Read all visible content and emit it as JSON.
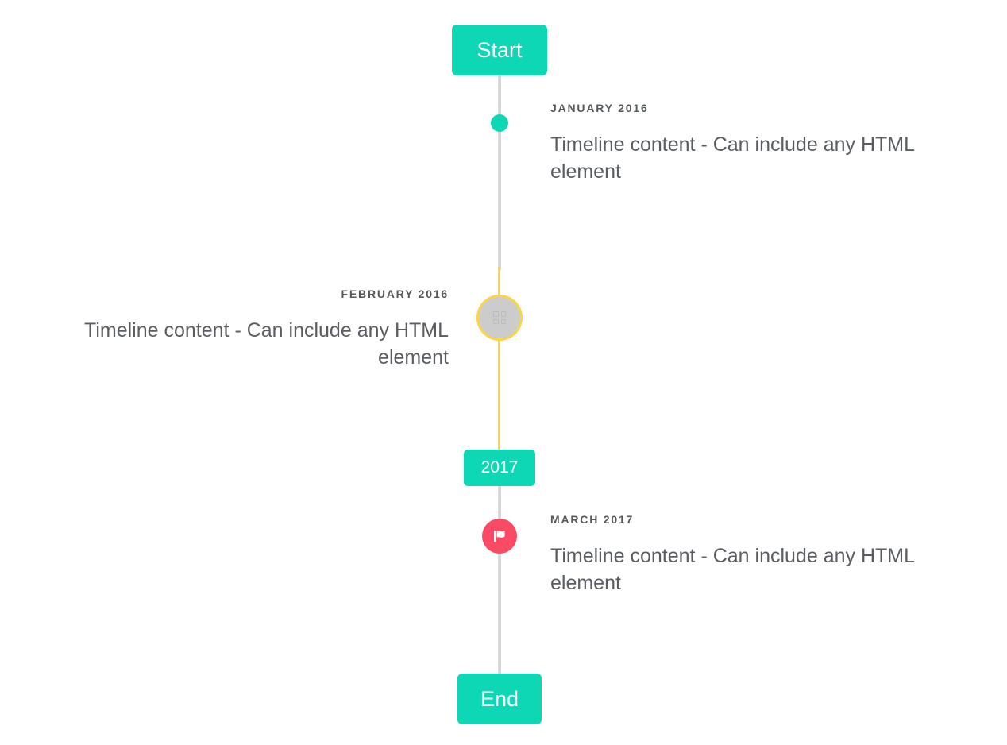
{
  "timeline": {
    "start_badge": {
      "label": "Start"
    },
    "middle_badge": {
      "label": "2017"
    },
    "end_badge": {
      "label": "End"
    },
    "events": [
      {
        "id": "january-2016",
        "title": "JANUARY 2016",
        "text": "Timeline content - Can include any HTML element",
        "side": "right",
        "marker": "dot-icon",
        "marker_color": "#0ed7b5"
      },
      {
        "id": "february-2016",
        "title": "FEBRUARY 2016",
        "text": "Timeline content - Can include any HTML element",
        "side": "left",
        "marker": "missing-glyph-icon",
        "marker_color": "#cccccc",
        "marker_border_color": "#fbd447"
      },
      {
        "id": "march-2017",
        "title": "MARCH 2017",
        "text": "Timeline content - Can include any HTML element",
        "side": "right",
        "marker": "flag-icon",
        "marker_color": "#fb4a63"
      }
    ],
    "colors": {
      "accent": "#0ed7b5",
      "line": "#d9d9d9",
      "highlight_line": "#fbd447",
      "flag_marker": "#fb4a63",
      "ring_fill": "#cccccc",
      "title_text": "#55595c",
      "body_text": "#5a5e62",
      "badge_text": "#ffffff"
    }
  }
}
